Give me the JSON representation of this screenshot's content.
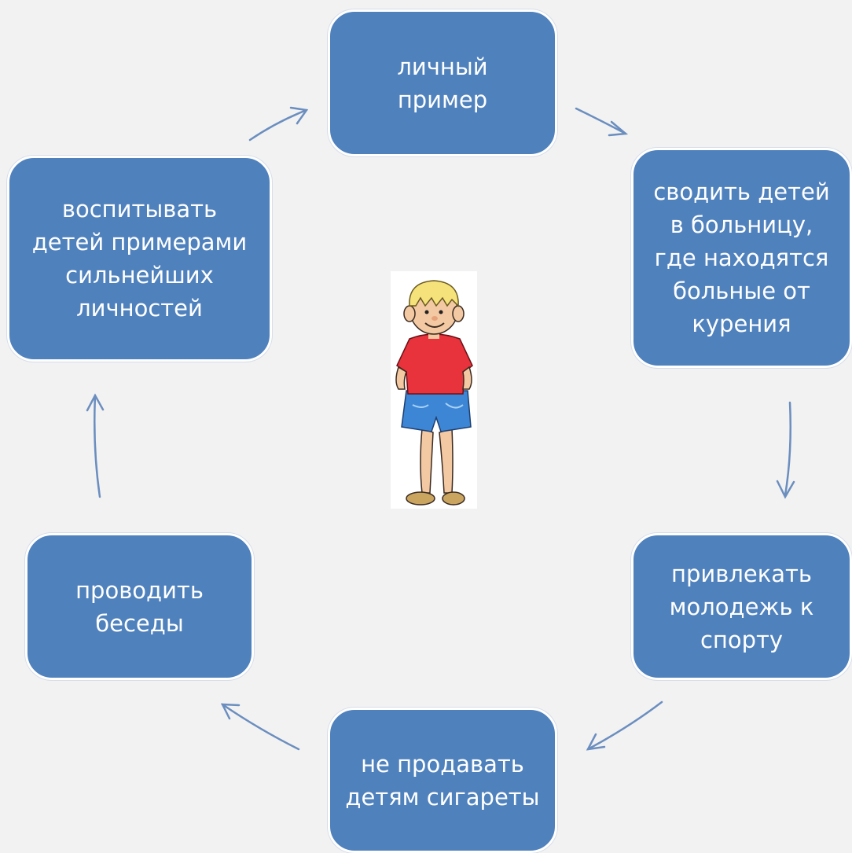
{
  "colors": {
    "background": "#f2f2f2",
    "node_fill": "#4f81bd",
    "node_border": "#ffffff",
    "arrow": "#6b8ebf"
  },
  "cycle": {
    "nodes": [
      {
        "id": "top",
        "text": "личный\nпример"
      },
      {
        "id": "right1",
        "text": "сводить детей\nв больницу,\nгде находятся\nбольные от\nкурения"
      },
      {
        "id": "right2",
        "text": "привлекать\nмолодежь к\nспорту"
      },
      {
        "id": "bottom",
        "text": "не продавать\nдетям сигареты"
      },
      {
        "id": "left2",
        "text": "проводить\nбеседы"
      },
      {
        "id": "left1",
        "text": "воспитывать\nдетей примерами\nсильнейших\nличностей"
      }
    ],
    "direction": "clockwise"
  },
  "center_illustration": "boy-cartoon"
}
